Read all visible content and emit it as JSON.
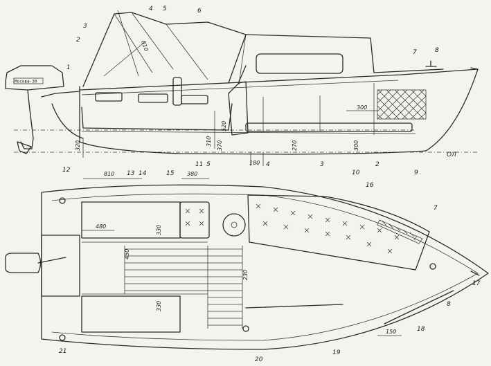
{
  "side_view": {
    "part_numbers": [
      "1",
      "2",
      "3",
      "4",
      "5",
      "6",
      "7",
      "8",
      "9",
      "10",
      "11",
      "12"
    ],
    "dimensions": [
      "320",
      "810",
      "300",
      "180",
      "520",
      "370",
      "270",
      "310",
      "300"
    ],
    "station_marks": [
      "5",
      "4",
      "3",
      "2"
    ],
    "waterline": "ОЛ",
    "engine_label": "Москва-30"
  },
  "plan_view": {
    "part_numbers": [
      "13",
      "14",
      "15",
      "16",
      "7",
      "17",
      "8",
      "18",
      "19",
      "20",
      "21"
    ],
    "dimensions": [
      "810",
      "380",
      "480",
      "330",
      "450",
      "330",
      "230",
      "150"
    ]
  }
}
